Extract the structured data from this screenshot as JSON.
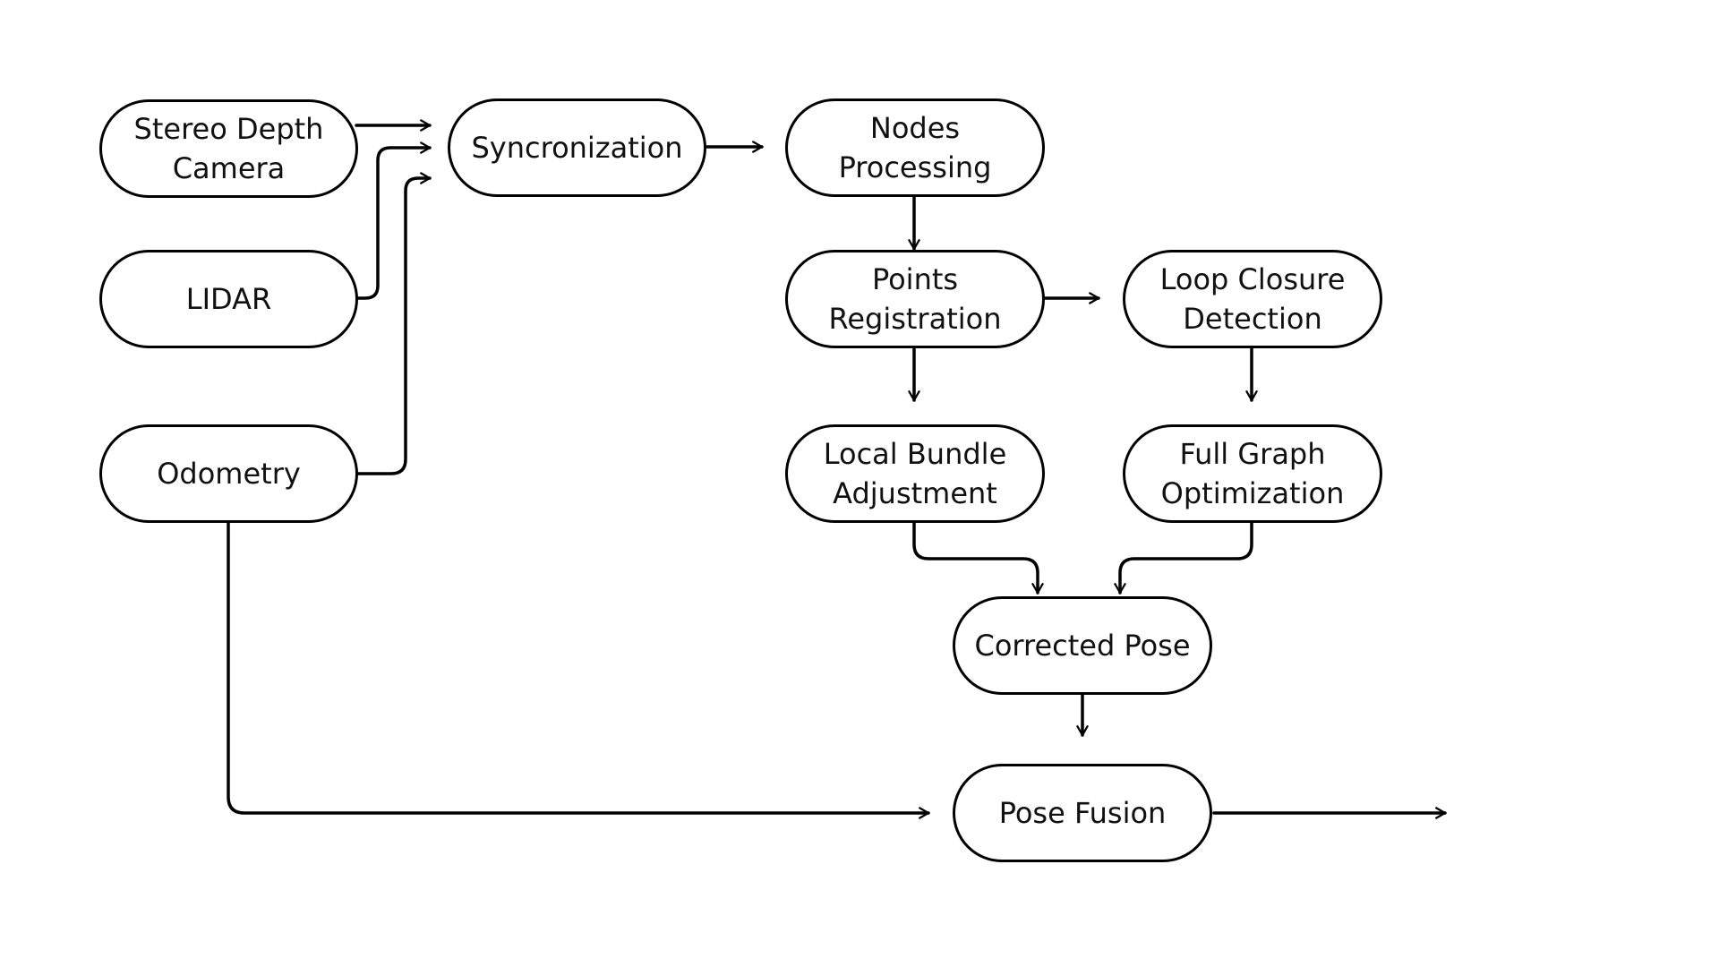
{
  "diagram": {
    "colors": {
      "background": "#ffffff",
      "stroke": "#000000",
      "text": "#111111"
    },
    "nodes": {
      "stereo_depth_camera": "Stereo Depth\nCamera",
      "lidar": "LIDAR",
      "odometry": "Odometry",
      "syncronization": "Syncronization",
      "nodes_processing": "Nodes\nProcessing",
      "points_registration": "Points\nRegistration",
      "loop_closure_detection": "Loop Closure\nDetection",
      "local_bundle_adjustment": "Local Bundle\nAdjustment",
      "full_graph_optimization": "Full Graph\nOptimization",
      "corrected_pose": "Corrected Pose",
      "pose_fusion": "Pose Fusion"
    },
    "edges": [
      {
        "from": "stereo_depth_camera",
        "to": "syncronization"
      },
      {
        "from": "lidar",
        "to": "syncronization"
      },
      {
        "from": "odometry",
        "to": "syncronization"
      },
      {
        "from": "syncronization",
        "to": "nodes_processing"
      },
      {
        "from": "nodes_processing",
        "to": "points_registration"
      },
      {
        "from": "points_registration",
        "to": "loop_closure_detection"
      },
      {
        "from": "points_registration",
        "to": "local_bundle_adjustment"
      },
      {
        "from": "loop_closure_detection",
        "to": "full_graph_optimization"
      },
      {
        "from": "local_bundle_adjustment",
        "to": "corrected_pose"
      },
      {
        "from": "full_graph_optimization",
        "to": "corrected_pose"
      },
      {
        "from": "corrected_pose",
        "to": "pose_fusion"
      },
      {
        "from": "odometry",
        "to": "pose_fusion"
      },
      {
        "from": "pose_fusion",
        "to": "output"
      }
    ]
  }
}
